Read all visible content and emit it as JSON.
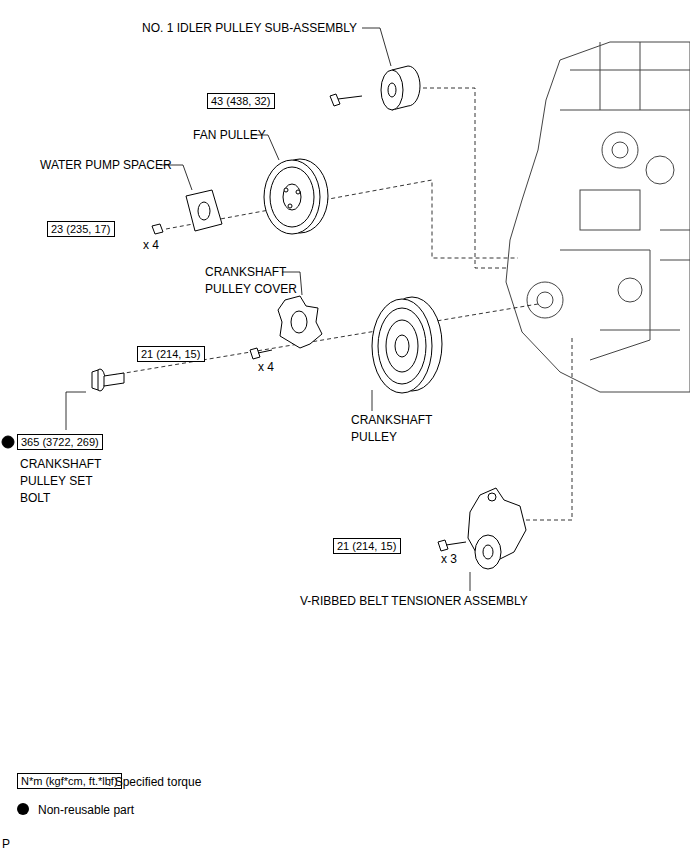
{
  "diagram": {
    "nodes": [
      {
        "text": [
          "43 (438, 32)"
        ]
      },
      {
        "text": [
          "23 (235, 17)"
        ]
      },
      {
        "text": [
          "21 (214, 15)"
        ]
      },
      {
        "text": [
          "365 (3722, 269)"
        ]
      },
      {
        "text": [
          "21 (214, 15)"
        ]
      },
      {
        "text": [
          "N*m (kgf*cm, ft.*lbf)"
        ]
      }
    ],
    "labels": [
      "NO. 1 IDLER PULLEY SUB-ASSEMBLY",
      "FAN PULLEY",
      "WATER PUMP SPACER",
      "x 4",
      "CRANKSHAFT PULLEY COVER",
      "x 4",
      "CRANKSHAFT PULLEY",
      "CRANKSHAFT PULLEY SET BOLT",
      "x 3",
      "V-RIBBED BELT TENSIONER ASSEMBLY",
      "P"
    ],
    "legend": [
      {
        "text": ": Specified torque"
      },
      {
        "text": "Non-reusable part"
      }
    ]
  }
}
